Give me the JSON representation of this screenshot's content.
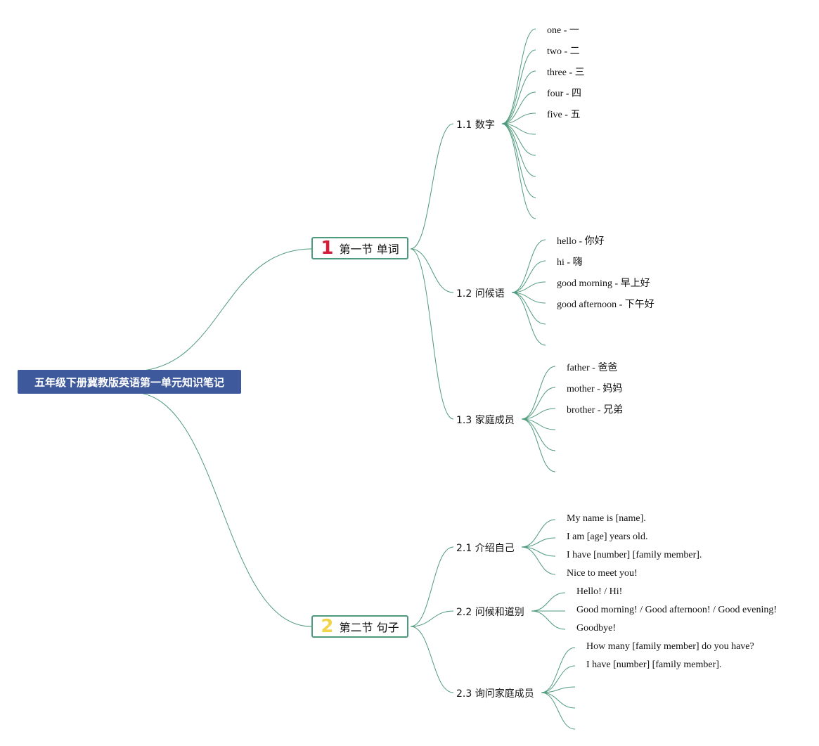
{
  "colors": {
    "root_bg": "#3f5a9c",
    "branch_line": "#4e9a7c",
    "section_one_number": "#d11f3a",
    "section_two_number": "#f2d54a"
  },
  "root": {
    "label": "五年级下册冀教版英语第一单元知识笔记"
  },
  "sections": [
    {
      "number": "1",
      "label": "第一节 单词",
      "subtopics": [
        {
          "label": "1.1 数字",
          "items": [
            "one - 一",
            "two - 二",
            "three - 三",
            "four - 四",
            "five - 五",
            "",
            "",
            "",
            "",
            ""
          ]
        },
        {
          "label": "1.2 问候语",
          "items": [
            "hello - 你好",
            "hi - 嗨",
            "good morning - 早上好",
            "good afternoon - 下午好",
            "",
            ""
          ]
        },
        {
          "label": "1.3 家庭成员",
          "items": [
            "father - 爸爸",
            "mother - 妈妈",
            "brother - 兄弟",
            "",
            "",
            ""
          ]
        }
      ]
    },
    {
      "number": "2",
      "label": "第二节 句子",
      "subtopics": [
        {
          "label": "2.1 介绍自己",
          "items": [
            "My name is [name].",
            "I am [age] years old.",
            "I have [number] [family member].",
            "Nice to meet you!"
          ]
        },
        {
          "label": "2.2 问候和道别",
          "items": [
            "Hello! / Hi!",
            "Good morning! / Good afternoon! / Good evening!",
            "Goodbye!"
          ]
        },
        {
          "label": "2.3 询问家庭成员",
          "items": [
            "How many [family member] do you have?",
            "I have [number] [family member].",
            "",
            "",
            ""
          ]
        }
      ]
    }
  ]
}
